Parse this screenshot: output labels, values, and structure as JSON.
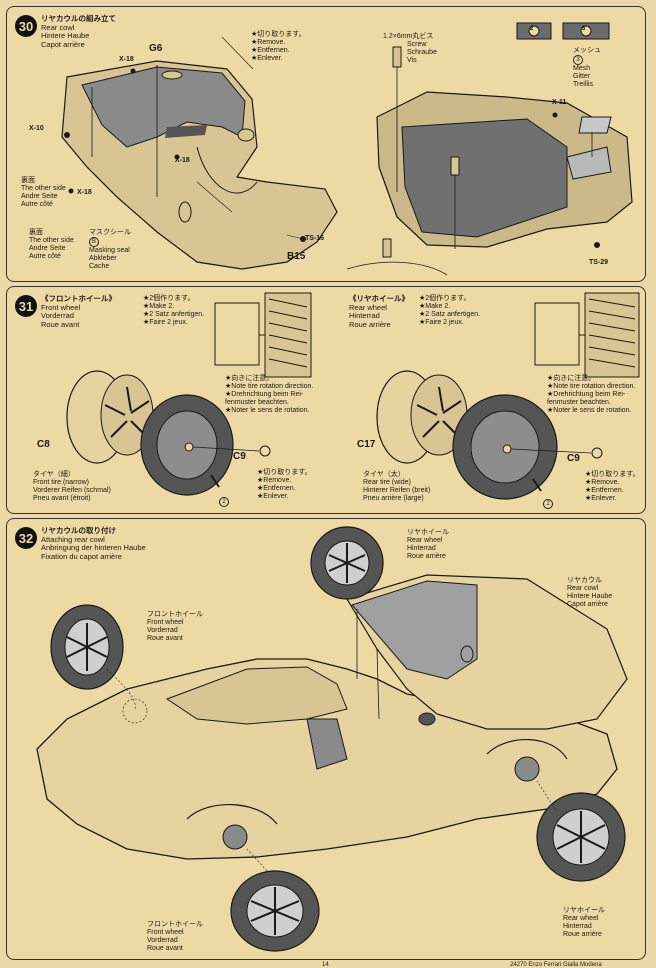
{
  "step30": {
    "number": "30",
    "title": [
      "リヤカウルの組み立て",
      "Rear cowl",
      "Hintere Haube",
      "Capot arrière"
    ],
    "parts": {
      "g6": "G6",
      "b15": "B15"
    },
    "screw_labels": {
      "x18a": "X-18",
      "x10": "X-10",
      "x18b": "X-18",
      "x18c": "X-18",
      "ts16": "TS-16",
      "x11": "X-11",
      "ts29": "TS-29"
    },
    "remove_note": [
      "★切り取ります。",
      "★Remove.",
      "★Entfernen.",
      "★Enlever."
    ],
    "other_side_1": [
      "裏面",
      "The other side",
      "Andre Seite",
      "Autre côté"
    ],
    "other_side_2": [
      "裏面",
      "The other side",
      "Andre Seite",
      "Autre côté"
    ],
    "masking_seal": [
      "マスクシール",
      "Masking seal",
      "Abkleber",
      "Cache"
    ],
    "masking_id": "B",
    "screw": [
      "1.2×6mm丸ビス",
      "Screw",
      "Schraube",
      "Vis"
    ],
    "mesh": [
      "メッシュ",
      "Mesh",
      "Gitter",
      "Treillis"
    ],
    "mesh_id": "3",
    "mesh_tags": [
      "2",
      "3"
    ]
  },
  "step31": {
    "number": "31",
    "front_title": [
      "《フロントホイール》",
      "Front wheel",
      "Vorderrad",
      "Roue avant"
    ],
    "front_make": [
      "★2個作ります。",
      "★Make 2.",
      "★2 Satz anfertigen.",
      "★Faire 2 jeux."
    ],
    "rear_title": [
      "《リヤホイール》",
      "Rear wheel",
      "Hinterrad",
      "Roue arrière"
    ],
    "rear_make": [
      "★2個作ります。",
      "★Make 2.",
      "★2 Satz anfertigen.",
      "★Faire 2 jeux."
    ],
    "rotation_front": [
      "★向きに注意。",
      "★Note tire rotation direction.",
      "★Drehrichtung beim Rei-",
      "fenmuster beachten.",
      "★Noter le sens de rotation."
    ],
    "rotation_rear": [
      "★向きに注意。",
      "★Note tire rotation direction.",
      "★Drehrichtung beim Rei-",
      "fenmuster beachten.",
      "★Noter le sens de rotation."
    ],
    "parts": {
      "c8": "C8",
      "c9a": "C9",
      "c17": "C17",
      "c9b": "C9"
    },
    "front_tire": [
      "タイヤ（細）",
      "Front tire (narrow)",
      "Vorderer Reifen (schmal)",
      "Pneu avant (étroit)"
    ],
    "rear_tire": [
      "タイヤ（太）",
      "Rear tire (wide)",
      "Hinterer Reifen (breit)",
      "Pneu arrière (large)"
    ],
    "remove_front": [
      "★切り取ります。",
      "★Remove.",
      "★Entfernen.",
      "★Enlever."
    ],
    "remove_rear": [
      "★切り取ります。",
      "★Remove.",
      "★Entfernen.",
      "★Enlever."
    ],
    "count_front": "2",
    "count_rear": "2"
  },
  "step32": {
    "number": "32",
    "title": [
      "リヤカウルの取り付け",
      "Attaching rear cowl",
      "Anbringung der hinteren Haube",
      "Fixation du capot arrière"
    ],
    "rear_wheel_top": [
      "リヤホイール",
      "Rear wheel",
      "Hinterrad",
      "Roue arrière"
    ],
    "front_wheel_left": [
      "フロントホイール",
      "Front wheel",
      "Vorderrad",
      "Roue avant"
    ],
    "rear_cowl": [
      "リヤカウル",
      "Rear cowl",
      "Hintere Haube",
      "Capot arrière"
    ],
    "front_wheel_bottom": [
      "フロントホイール",
      "Front wheel",
      "Vorderrad",
      "Roue avant"
    ],
    "rear_wheel_bottom": [
      "リヤホイール",
      "Rear wheel",
      "Hinterrad",
      "Roue arrière"
    ]
  },
  "footer": {
    "page": "14",
    "caption": "24270 Enzo Ferrari Gialla Modena"
  },
  "colors": {
    "paper": "#ead8a8",
    "line": "#1a1a1a",
    "shade": "#6b6b6b"
  }
}
